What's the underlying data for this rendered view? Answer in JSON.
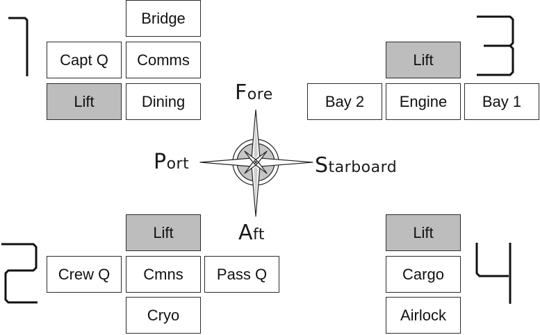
{
  "decks": [
    {
      "number": "1",
      "rooms": [
        {
          "label": "Bridge",
          "lift": false
        },
        {
          "label": "Capt Q",
          "lift": false
        },
        {
          "label": "Comms",
          "lift": false
        },
        {
          "label": "Lift",
          "lift": true
        },
        {
          "label": "Dining",
          "lift": false
        }
      ]
    },
    {
      "number": "3",
      "rooms": [
        {
          "label": "Lift",
          "lift": true
        },
        {
          "label": "Bay 2",
          "lift": false
        },
        {
          "label": "Engine",
          "lift": false
        },
        {
          "label": "Bay 1",
          "lift": false
        }
      ]
    },
    {
      "number": "2",
      "rooms": [
        {
          "label": "Lift",
          "lift": true
        },
        {
          "label": "Crew Q",
          "lift": false
        },
        {
          "label": "Cmns",
          "lift": false
        },
        {
          "label": "Pass Q",
          "lift": false
        },
        {
          "label": "Cryo",
          "lift": false
        }
      ]
    },
    {
      "number": "4",
      "rooms": [
        {
          "label": "Lift",
          "lift": true
        },
        {
          "label": "Cargo",
          "lift": false
        },
        {
          "label": "Airlock",
          "lift": false
        }
      ]
    }
  ],
  "compass": {
    "fore": {
      "initial": "F",
      "rest": "ore"
    },
    "aft": {
      "initial": "A",
      "rest": "ft"
    },
    "port": {
      "initial": "P",
      "rest": "ort"
    },
    "starboard": {
      "initial": "S",
      "rest": "tarboard"
    }
  },
  "colors": {
    "lift_fill": "#bdbdbd",
    "room_fill": "#ffffff",
    "border": "#2a2a2a",
    "compass_fill": "#c6c6c6"
  }
}
